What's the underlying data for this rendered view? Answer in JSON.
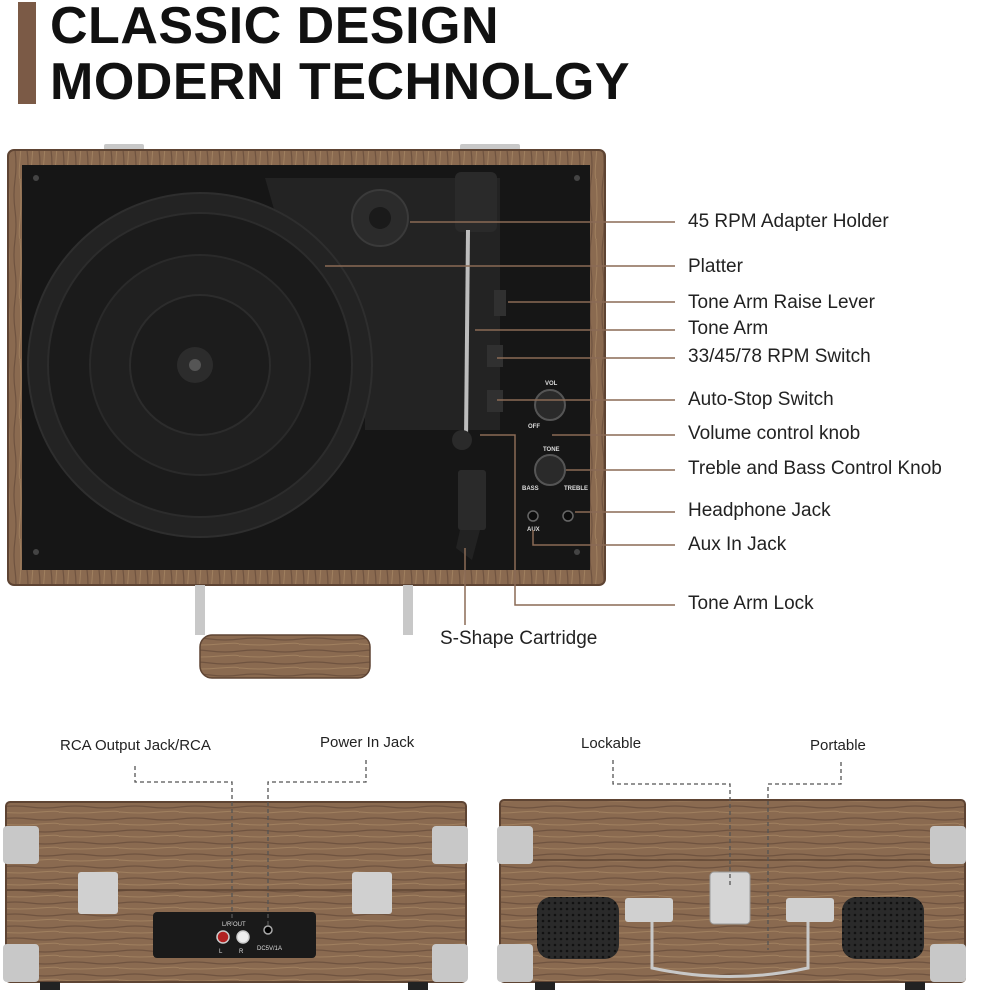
{
  "headline": {
    "line1": "CLASSIC DESIGN",
    "line2": "MODERN TECHNOLGY",
    "accent_color": "#7b5a46"
  },
  "top_view": {
    "callouts": [
      "45 RPM Adapter Holder",
      "Platter",
      "Tone Arm Raise Lever",
      "Tone Arm",
      "33/45/78 RPM Switch",
      "Auto-Stop Switch",
      "Volume control knob",
      "Treble and Bass Control Knob",
      "Headphone Jack",
      "Aux In Jack",
      "Tone Arm Lock",
      "S-Shape Cartridge"
    ],
    "panel_markings": {
      "vol": "VOL",
      "off": "OFF",
      "tone": "TONE",
      "bass": "BASS",
      "treble": "TREBLE",
      "aux": "AUX"
    }
  },
  "back_view": {
    "callouts": [
      "RCA Output Jack/RCA",
      "Power In Jack"
    ],
    "panel_markings": {
      "lr_out": "L/R OUT",
      "l": "L",
      "r": "R",
      "dc": "DC5V/1A"
    }
  },
  "front_view": {
    "callouts": [
      "Lockable",
      "Portable"
    ]
  },
  "colors": {
    "wood": "#8a6a50",
    "wood_dark": "#5e4433",
    "deck": "#161616",
    "platter": "#1e1e1e",
    "leader_line": "#8a6a55",
    "metal": "#c8c8c8"
  }
}
